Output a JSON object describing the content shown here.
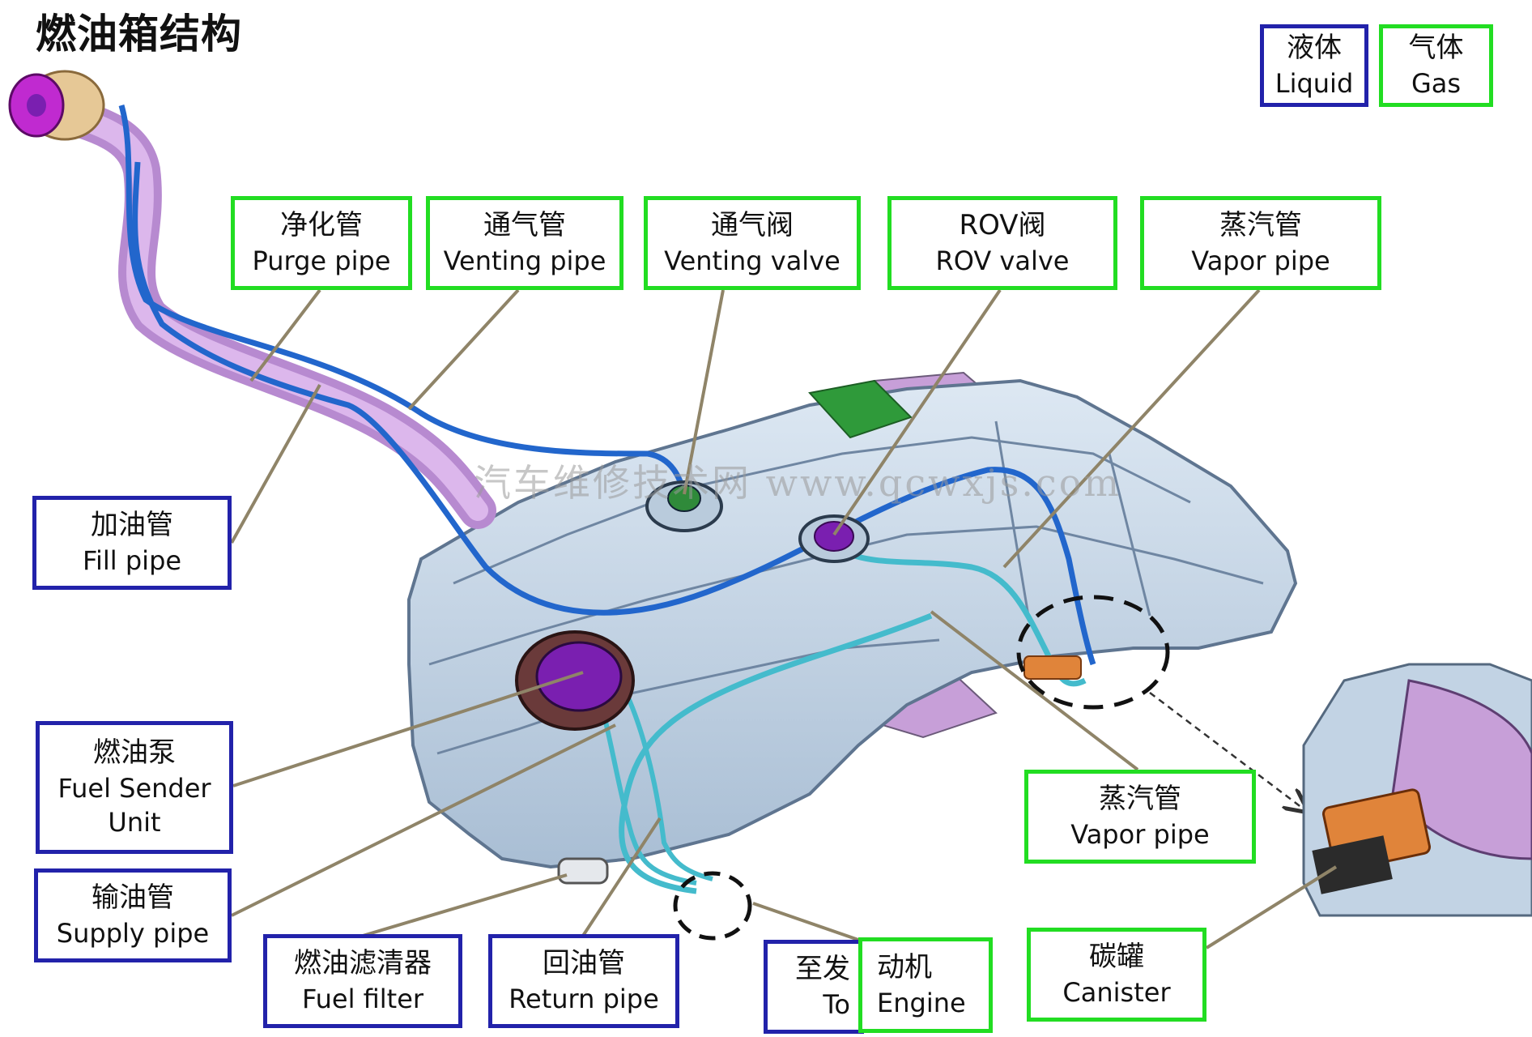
{
  "title": "燃油箱结构",
  "legend": {
    "liquid": {
      "zh": "液体",
      "en": "Liquid",
      "color": "#2222aa"
    },
    "gas": {
      "zh": "气体",
      "en": "Gas",
      "color": "#22dd22"
    }
  },
  "labels": {
    "purge_pipe": {
      "zh": "净化管",
      "en": "Purge pipe"
    },
    "venting_pipe": {
      "zh": "通气管",
      "en": "Venting pipe"
    },
    "venting_valve": {
      "zh": "通气阀",
      "en": "Venting valve"
    },
    "rov_valve": {
      "zh": "ROV阀",
      "en": "ROV valve"
    },
    "vapor_pipe_top": {
      "zh": "蒸汽管",
      "en": "Vapor pipe"
    },
    "fill_pipe": {
      "zh": "加油管",
      "en": "Fill pipe"
    },
    "fuel_sender_unit": {
      "zh": "燃油泵",
      "en1": "Fuel Sender",
      "en2": "Unit"
    },
    "supply_pipe": {
      "zh": "输油管",
      "en": "Supply pipe"
    },
    "fuel_filter": {
      "zh": "燃油滤清器",
      "en": "Fuel filter"
    },
    "return_pipe": {
      "zh": "回油管",
      "en": "Return pipe"
    },
    "to_engine_left": {
      "zh": "至发",
      "en": "To"
    },
    "to_engine_right": {
      "zh": "动机",
      "en": "Engine"
    },
    "vapor_pipe_bottom": {
      "zh": "蒸汽管",
      "en": "Vapor pipe"
    },
    "canister": {
      "zh": "碳罐",
      "en": "Canister"
    }
  },
  "watermark": "汽车维修技术网 www.qcwxjs.com",
  "colors": {
    "tank": "#c9d9ea",
    "tank_edge": "#5f7590",
    "fill_pipe": "#d6a6e6",
    "blue_line": "#2266cc",
    "teal_line": "#44bbcc",
    "leader": "#8f8468",
    "purple_cap": "#7a1fb0",
    "canister_orange": "#e0843a"
  }
}
